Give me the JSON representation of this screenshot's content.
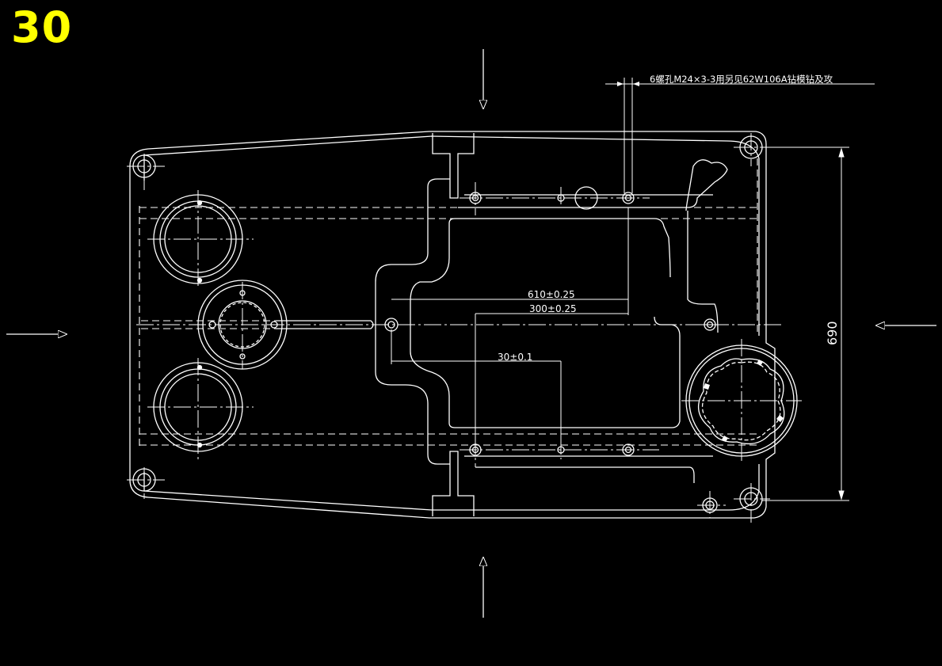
{
  "page": {
    "number": "30"
  },
  "drawing": {
    "line_color": "#ffffff",
    "background_color": "#000000",
    "page_number_color": "#ffff00",
    "annotations": {
      "note_tapped_holes": "6螺孔M24×3-3用另见62W106A钻模钻及攻",
      "dim_610": "610±0.25",
      "dim_300": "300±0.25",
      "dim_30": "30±0.1",
      "dim_690": "690"
    }
  }
}
